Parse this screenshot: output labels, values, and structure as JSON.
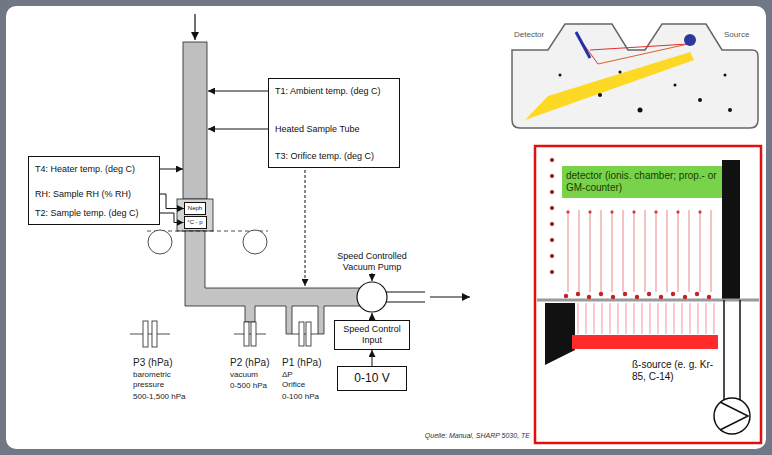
{
  "diagram": {
    "caption": "Quelle: Manual, SHARP 5030, TE",
    "nodes": [
      {
        "text": [
          "T1: Ambient temp. (deg C)",
          "Heated Sample Tube",
          "T3: Orifice temp. (deg C)"
        ]
      },
      {
        "text": [
          "T4: Heater temp. (deg C)",
          "RH: Sample RH (% RH)",
          "T2: Sample temp. (deg C)"
        ]
      },
      {
        "text": [
          "Neph"
        ]
      },
      {
        "text": [
          "°C - p"
        ]
      },
      {
        "text": [
          "Speed Controlled Vacuum Pump"
        ]
      },
      {
        "text": [
          "Speed Control Input"
        ]
      },
      {
        "text": [
          "0-10 V"
        ]
      },
      {
        "text": [
          "detector (ionis. chamber; prop.- or GM-counter)"
        ]
      },
      {
        "text": [
          "ß-source (e. g. Kr-85, C-14)"
        ]
      }
    ],
    "edges": [
      {
        "from": 1,
        "to": 2,
        "arrow": "to"
      },
      {
        "from": 1,
        "to": 3,
        "arrow": "to"
      },
      {
        "from": 6,
        "to": 5,
        "arrow": "to"
      },
      {
        "from": 5,
        "to": 4,
        "arrow": "to"
      }
    ],
    "labels": [
      "Detector",
      "Source",
      "P3 (hPa)",
      "barometric pressure",
      "500-1,500 hPa",
      "P2 (hPa)",
      "vacuum",
      "0-500 hPa",
      "P1 (hPa)",
      "ΔP Orifice",
      "0-100 hPa"
    ]
  }
}
